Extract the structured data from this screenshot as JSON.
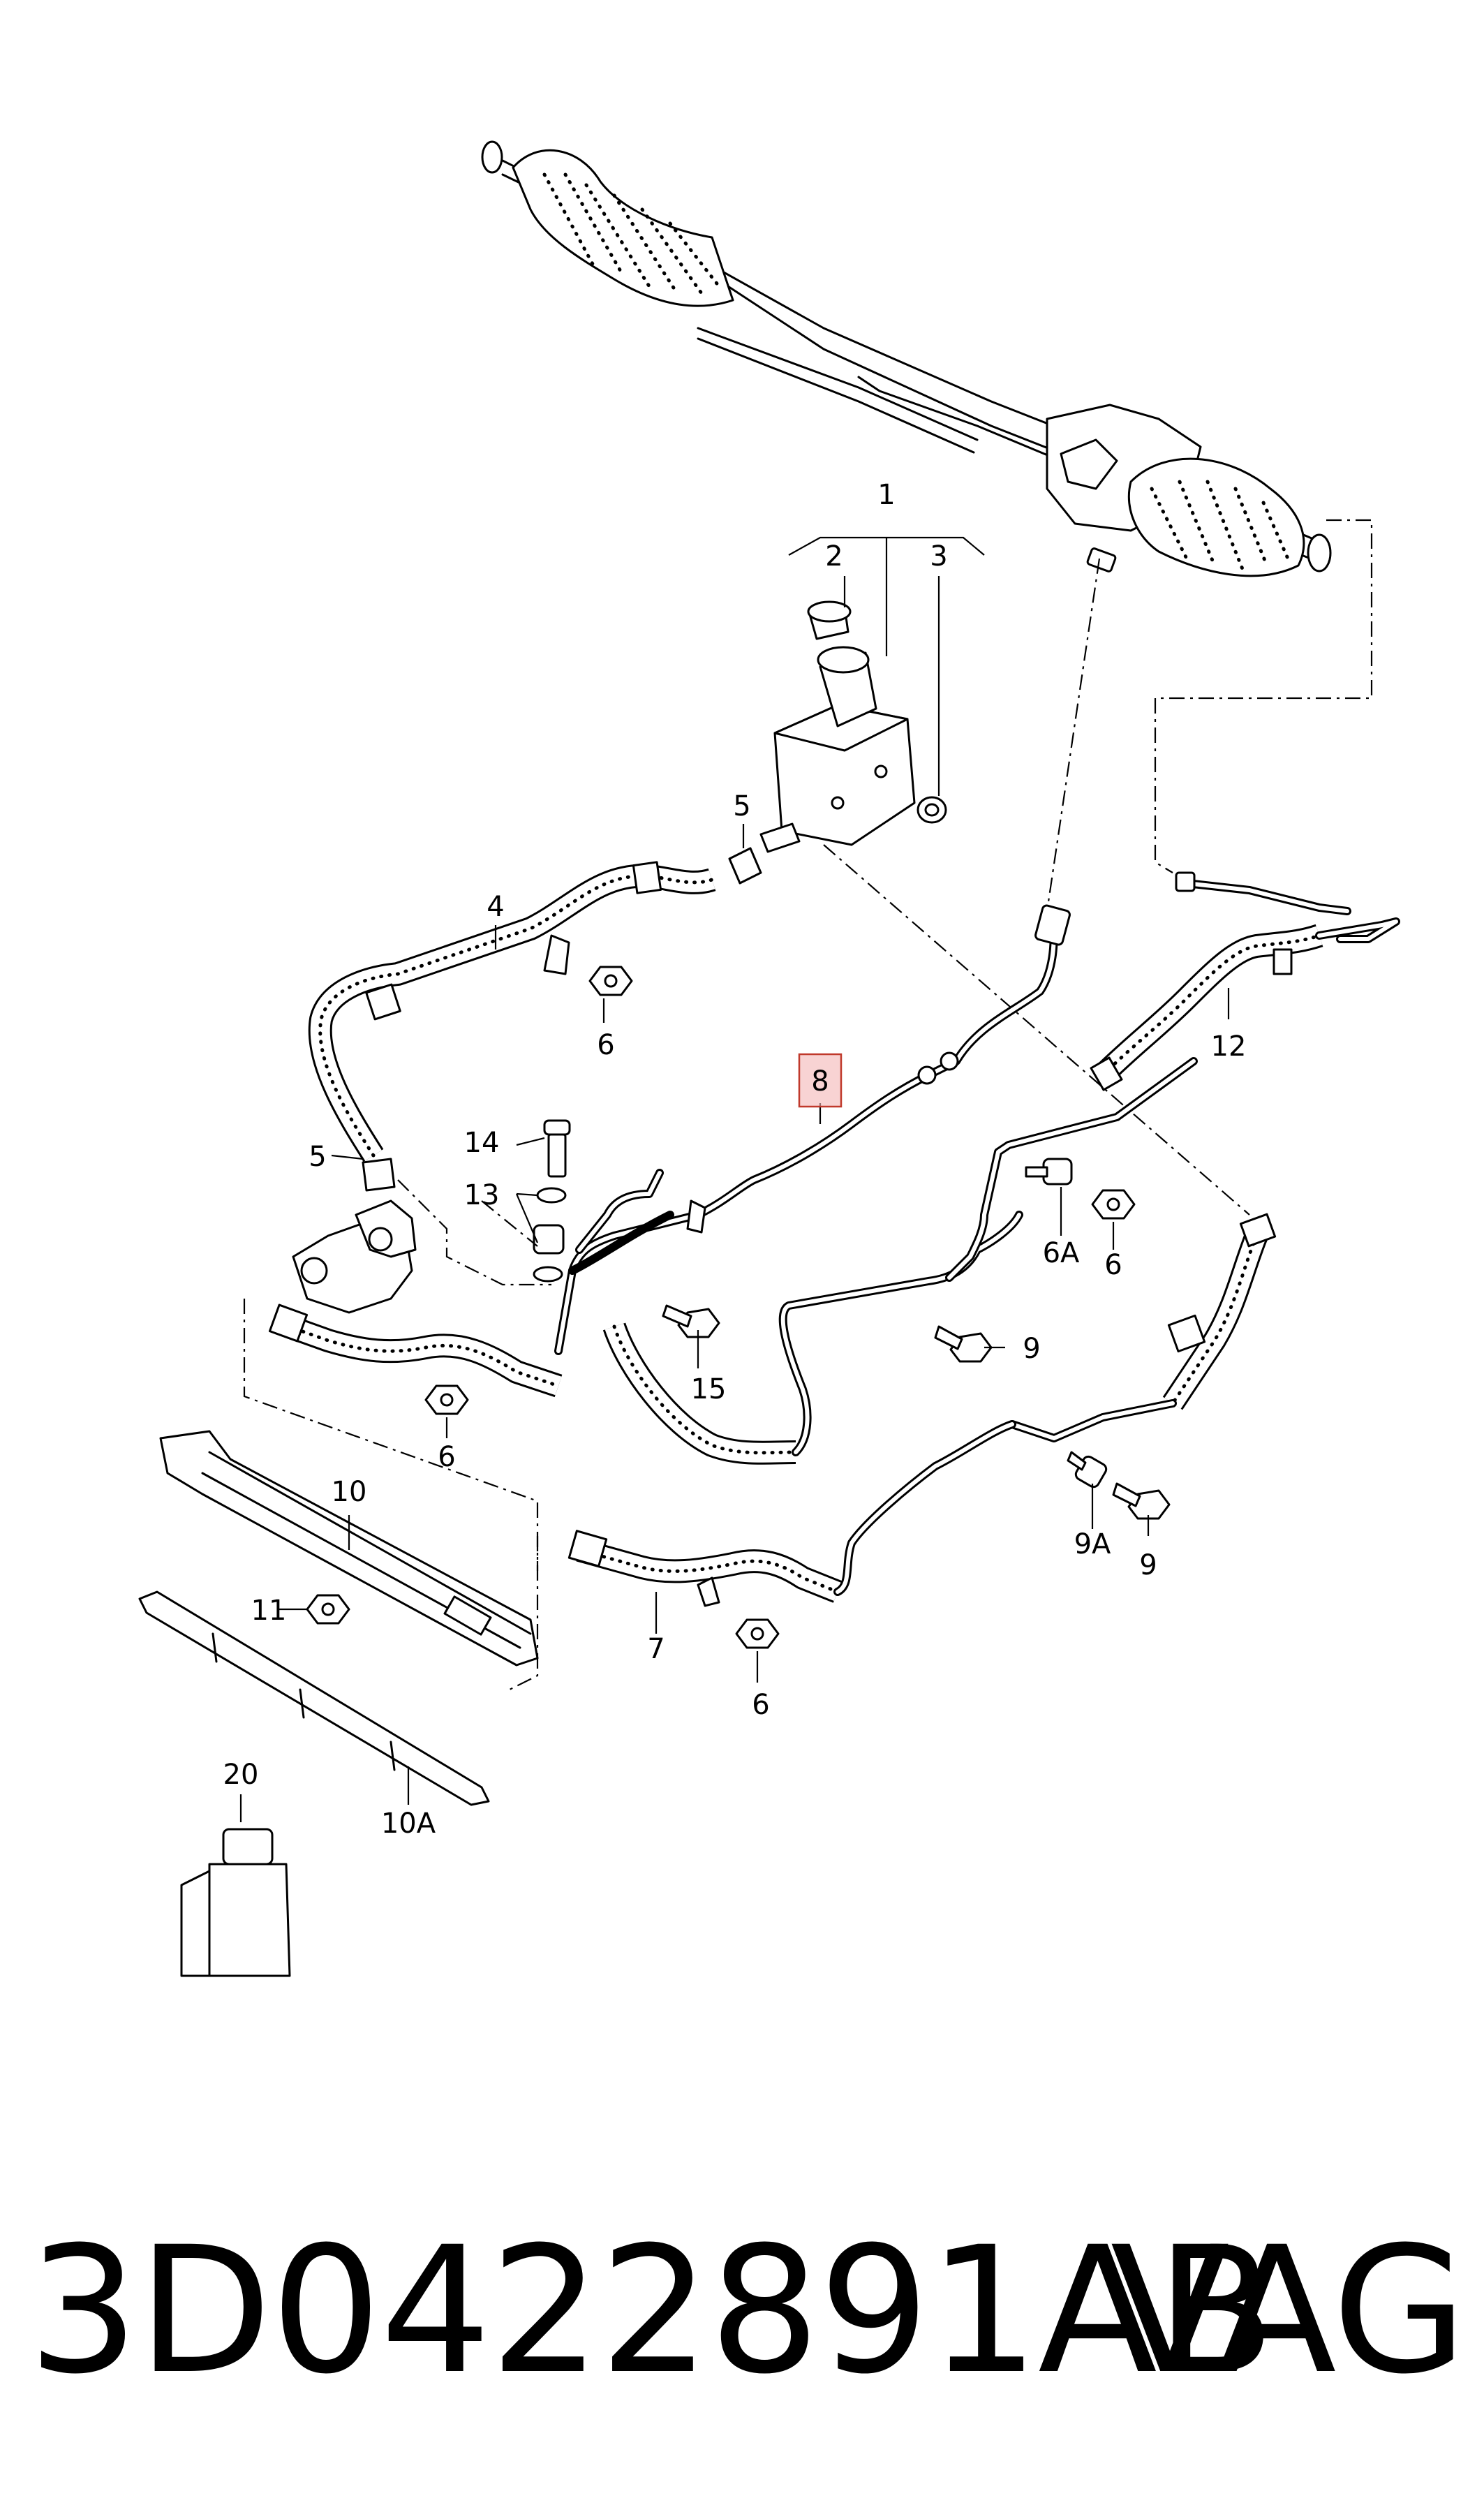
{
  "diagram": {
    "highlight_color": "#f4b6b6",
    "callouts": {
      "c1": "1",
      "c2": "2",
      "c3": "3",
      "c4": "4",
      "c5a": "5",
      "c5b": "5",
      "c6a": "6",
      "c6b": "6",
      "c6c": "6",
      "c6d": "6",
      "c6A": "6A",
      "c7": "7",
      "c8": "8",
      "c9a": "9",
      "c9b": "9",
      "c9A": "9A",
      "c10": "10",
      "c10A": "10A",
      "c11": "11",
      "c12": "12",
      "c13": "13",
      "c14": "14",
      "c15": "15",
      "c20": "20"
    }
  },
  "footer": {
    "part_number": "3D0422891AB",
    "brand": "VAG"
  }
}
